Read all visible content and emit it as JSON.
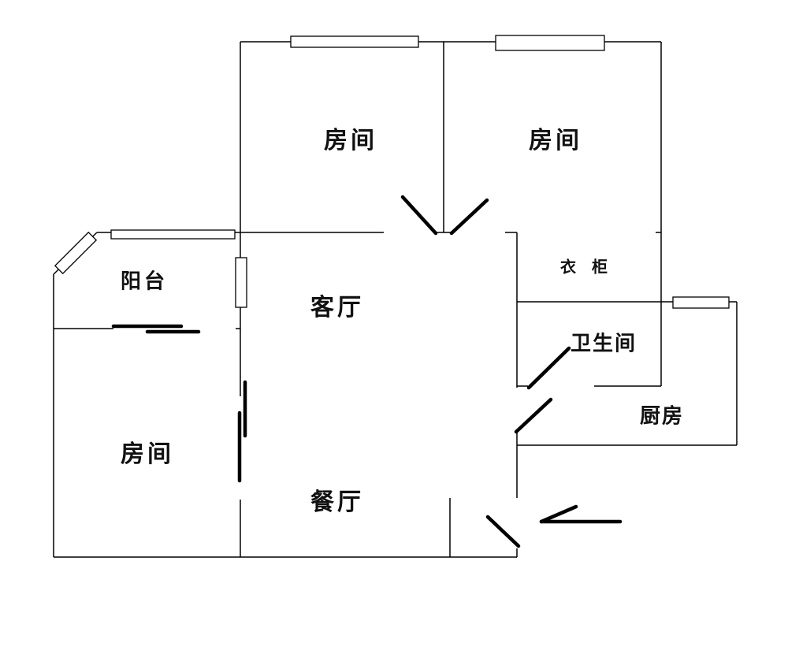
{
  "rooms": {
    "bedroom_top_left": "房间",
    "bedroom_top_right": "房间",
    "balcony": "阳台",
    "living_room": "客厅",
    "wardrobe": "衣  柜",
    "bathroom": "卫生间",
    "kitchen": "厨房",
    "bedroom_left": "房间",
    "dining_room": "餐厅"
  },
  "colors": {
    "line": "#000000",
    "background": "#ffffff"
  }
}
